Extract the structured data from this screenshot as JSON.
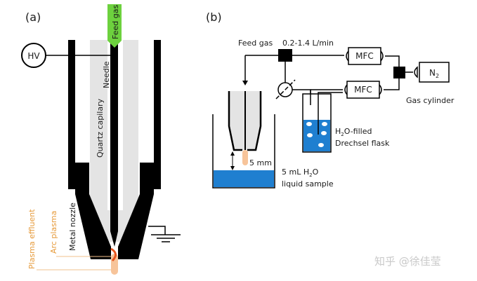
{
  "panel_a": {
    "label": "(a)",
    "hv": "HV",
    "feed_gas": "Feed gas",
    "needle": "Needle",
    "quartz": "Quartz capilary",
    "metal_nozzle": "Metal nozzle",
    "arc_plasma": "Arc plasma",
    "plasma_effluent": "Plasma effluent"
  },
  "panel_b": {
    "label": "(b)",
    "feed_gas": "Feed gas",
    "flow_rate": "0.2-1.4 L/min",
    "mfc_top": "MFC",
    "mfc_bottom": "MFC",
    "n2": "N",
    "n2_sub": "2",
    "gas_cylinder": "Gas cylinder",
    "flask_line1_pre": "H",
    "flask_line1_sub": "2",
    "flask_line1_post": "O-filled",
    "flask_line2": "Drechsel flask",
    "distance": "5 mm",
    "sample_line1_pre": "5 mL H",
    "sample_line1_sub": "2",
    "sample_line1_post": "O",
    "sample_line2": "liquid sample"
  },
  "watermark": "知乎 @徐佳莹",
  "colors": {
    "green": "#6dd13e",
    "blue": "#1f7fd0",
    "orange_text": "#e69a3a",
    "arc": "#e8561e",
    "effluent": "#f7c49a",
    "quartz": "#e4e4e4"
  }
}
